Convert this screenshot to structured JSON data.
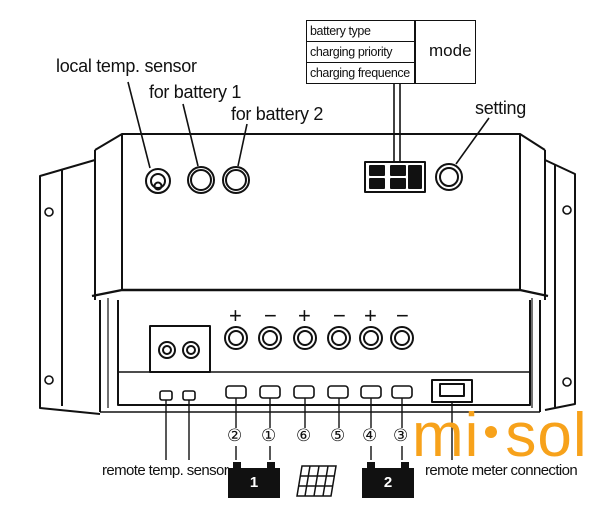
{
  "labels": {
    "local_temp_sensor": "local temp. sensor",
    "for_battery_1": "for battery 1",
    "for_battery_2": "for battery 2",
    "setting": "setting",
    "remote_temp_sensor": "remote temp. sensor",
    "remote_meter_connection": "remote meter connection"
  },
  "mode_table": {
    "rows": [
      "battery type",
      "charging priority",
      "charging frequence"
    ],
    "mode": "mode"
  },
  "terminal_signs": [
    "+",
    "−",
    "+",
    "−",
    "+",
    "−"
  ],
  "terminal_numbers": [
    "②",
    "①",
    "⑥",
    "⑤",
    "④",
    "③"
  ],
  "batteries": [
    {
      "label": "1"
    },
    {
      "label": "2"
    }
  ],
  "watermark": {
    "left": "mi",
    "right": "sol",
    "color": "#f7a21b"
  },
  "colors": {
    "line": "#111111",
    "background": "#ffffff",
    "watermark": "#f7a21b"
  }
}
